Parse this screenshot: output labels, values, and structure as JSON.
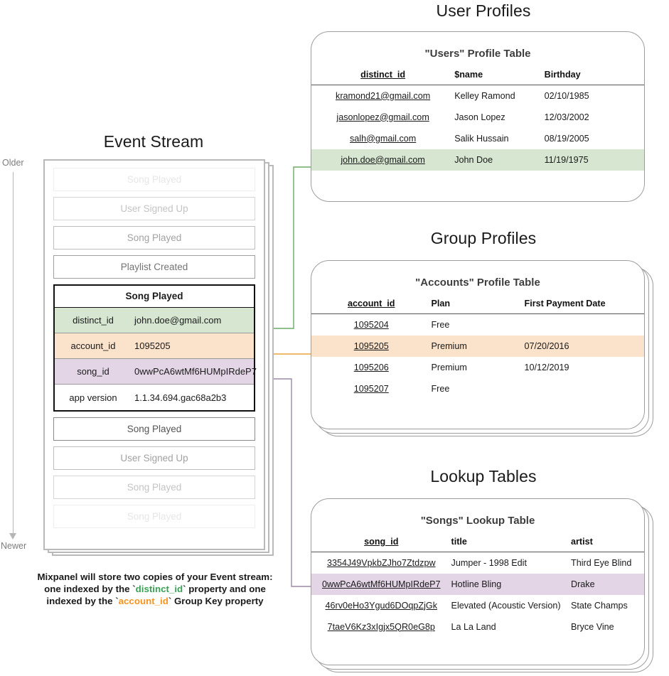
{
  "sections": {
    "event_stream_title": "Event Stream",
    "user_profiles_title": "User Profiles",
    "group_profiles_title": "Group Profiles",
    "lookup_tables_title": "Lookup Tables"
  },
  "axis": {
    "older_label": "Older",
    "newer_label": "Newer",
    "arrow_icon": "down-arrow-icon"
  },
  "event_stream": {
    "events_above": [
      {
        "label": "Song Played",
        "fade": "f1"
      },
      {
        "label": "User Signed Up",
        "fade": "f2"
      },
      {
        "label": "Song Played",
        "fade": "f3"
      },
      {
        "label": "Playlist Created",
        "fade": "f4"
      }
    ],
    "focused_event": {
      "name": "Song Played",
      "properties": [
        {
          "key": "distinct_id",
          "value": "john.doe@gmail.com",
          "highlight": "green"
        },
        {
          "key": "account_id",
          "value": "1095205",
          "highlight": "orange"
        },
        {
          "key": "song_id",
          "value": "0wwPcA6wtMf6HUMpIRdeP7",
          "highlight": "purple"
        },
        {
          "key": "app version",
          "value": "1.1.34.694.gac68a2b3",
          "highlight": "none"
        }
      ]
    },
    "events_below": [
      {
        "label": "Song Played",
        "fade": "f5"
      },
      {
        "label": "User Signed Up",
        "fade": "f3"
      },
      {
        "label": "Song Played",
        "fade": "f2"
      },
      {
        "label": "Song Played",
        "fade": "f1"
      }
    ]
  },
  "caption": {
    "line1": "Mixpanel will store two copies of your Event stream:",
    "line2_a": "one indexed by the `",
    "line2_key": "distinct_id",
    "line2_b": "` property and one",
    "line3_a": "indexed by the `",
    "line3_key": "account_id",
    "line3_b": "` Group Key property"
  },
  "users_table": {
    "title": "\"Users\" Profile Table",
    "columns": [
      "distinct_id",
      "$name",
      "Birthday"
    ],
    "rows": [
      {
        "cells": [
          "kramond21@gmail.com",
          "Kelley Ramond",
          "02/10/1985"
        ],
        "highlight": "none"
      },
      {
        "cells": [
          "jasonlopez@gmail.com",
          "Jason Lopez",
          "12/03/2002"
        ],
        "highlight": "none"
      },
      {
        "cells": [
          "salh@gmail.com",
          "Salik Hussain",
          "08/19/2005"
        ],
        "highlight": "none"
      },
      {
        "cells": [
          "john.doe@gmail.com",
          "John Doe",
          "11/19/1975"
        ],
        "highlight": "green"
      }
    ]
  },
  "accounts_table": {
    "title": "\"Accounts\" Profile Table",
    "columns": [
      "account_id",
      "Plan",
      "First Payment Date"
    ],
    "rows": [
      {
        "cells": [
          "1095204",
          "Free",
          ""
        ],
        "highlight": "none"
      },
      {
        "cells": [
          "1095205",
          "Premium",
          "07/20/2016"
        ],
        "highlight": "orange"
      },
      {
        "cells": [
          "1095206",
          "Premium",
          "10/12/2019"
        ],
        "highlight": "none"
      },
      {
        "cells": [
          "1095207",
          "Free",
          ""
        ],
        "highlight": "none"
      }
    ]
  },
  "songs_table": {
    "title": "\"Songs\" Lookup Table",
    "columns": [
      "song_id",
      "title",
      "artist"
    ],
    "rows": [
      {
        "cells": [
          "3354J49VpkbZJho7Ztdzpw",
          "Jumper - 1998 Edit",
          "Third Eye Blind"
        ],
        "highlight": "none"
      },
      {
        "cells": [
          "0wwPcA6wtMf6HUMpIRdeP7",
          "Hotline Bling",
          "Drake"
        ],
        "highlight": "purple"
      },
      {
        "cells": [
          "46rv0eHo3Ygud6DOqpZjGk",
          "Elevated (Acoustic Version)",
          "State Champs"
        ],
        "highlight": "none"
      },
      {
        "cells": [
          "7taeV6Kz3xIgjx5QR0eG8p",
          "La La Land",
          "Bryce Vine"
        ],
        "highlight": "none"
      }
    ]
  },
  "colors": {
    "green": "#d6e6d1",
    "orange": "#fbe2ca",
    "purple": "#e3d5e6",
    "green_line": "#6aaa64",
    "orange_line": "#e6a martin",
    "connector_green": "#6aaa64",
    "connector_orange": "#e8a33d",
    "connector_purple": "#9b8aa6",
    "card_border": "#9d9d9d",
    "panel_border": "#b9b9b9"
  }
}
